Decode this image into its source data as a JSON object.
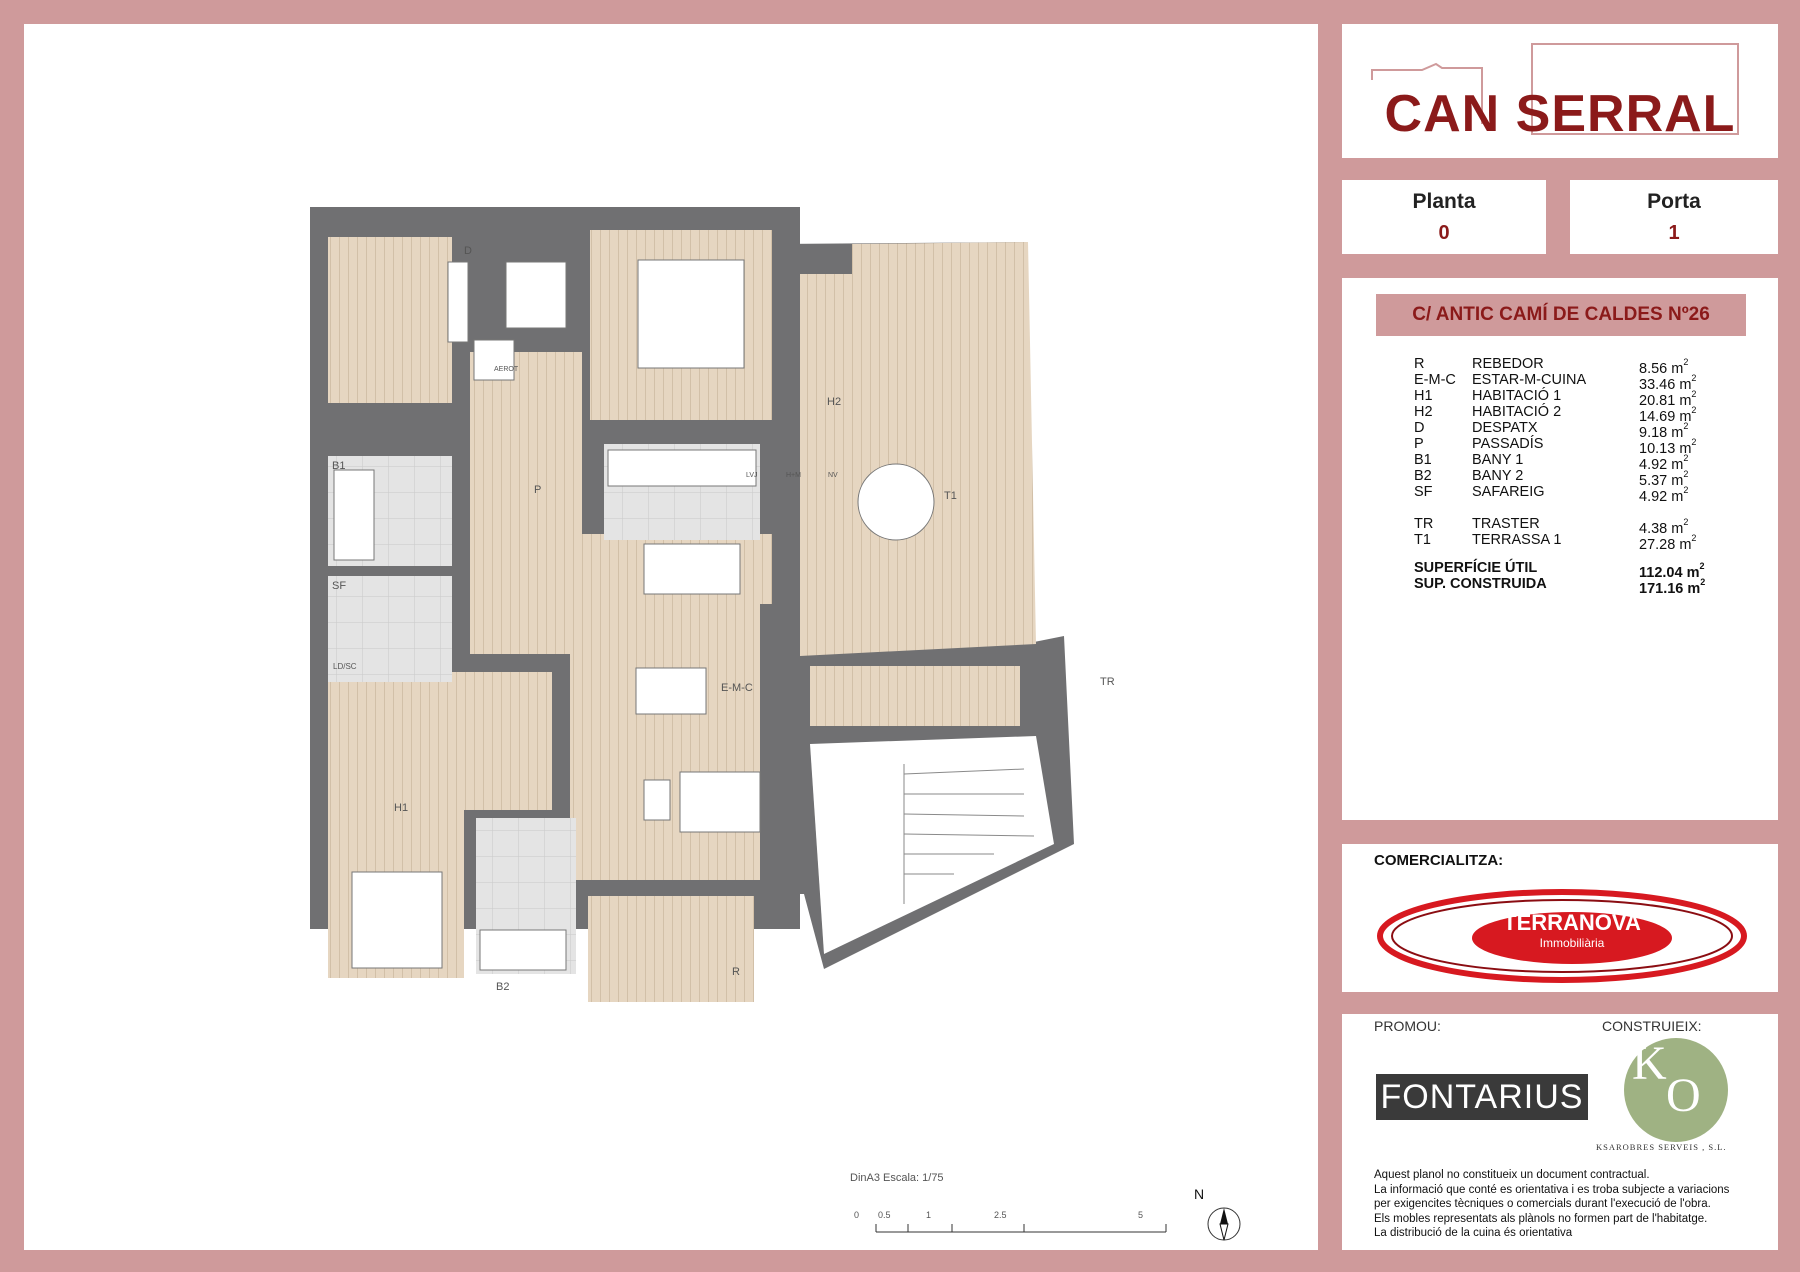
{
  "brand": {
    "name": "CAN SERRAL",
    "accent": "#8b1a1a",
    "frame": "#cf9a9b"
  },
  "header": {
    "planta": {
      "label": "Planta",
      "value": "0"
    },
    "porta": {
      "label": "Porta",
      "value": "1"
    }
  },
  "address": "C/ ANTIC CAMÍ DE CALDES Nº26",
  "areas": [
    {
      "code": "R",
      "name": "REBEDOR",
      "value": "8.56 m",
      "sup": "2"
    },
    {
      "code": "E-M-C",
      "name": "ESTAR-M-CUINA",
      "value": "33.46 m",
      "sup": "2"
    },
    {
      "code": "H1",
      "name": "HABITACIÓ 1",
      "value": "20.81 m",
      "sup": "2"
    },
    {
      "code": "H2",
      "name": "HABITACIÓ 2",
      "value": "14.69 m",
      "sup": "2"
    },
    {
      "code": "D",
      "name": "DESPATX",
      "value": "9.18 m",
      "sup": "2"
    },
    {
      "code": "P",
      "name": "PASSADÍS",
      "value": "10.13 m",
      "sup": "2"
    },
    {
      "code": "B1",
      "name": "BANY 1",
      "value": "4.92 m",
      "sup": "2"
    },
    {
      "code": "B2",
      "name": "BANY 2",
      "value": "5.37 m",
      "sup": "2"
    },
    {
      "code": "SF",
      "name": "SAFAREIG",
      "value": "4.92 m",
      "sup": "2"
    }
  ],
  "extra_areas": [
    {
      "code": "TR",
      "name": "TRASTER",
      "value": "4.38 m",
      "sup": "2"
    },
    {
      "code": "T1",
      "name": "TERRASSA 1",
      "value": "27.28 m",
      "sup": "2"
    }
  ],
  "totals": [
    {
      "label": "SUPERFÍCIE ÚTIL",
      "value": "112.04 m",
      "sup": "2"
    },
    {
      "label": "SUP. CONSTRUIDA",
      "value": "171.16 m",
      "sup": "2"
    }
  ],
  "commercial": {
    "label": "COMERCIALITZA:",
    "company": "TERRANOVA",
    "subtitle": "Immobiliària",
    "colors": {
      "red": "#d71920",
      "dark_red": "#8b0d12"
    }
  },
  "promou": {
    "label": "PROMOU:",
    "company": "FONTARIUS"
  },
  "construieix": {
    "label": "CONSTRUIEIX:",
    "monogram_k": "K",
    "monogram_o": "O",
    "company": "KSAROBRES SERVEIS , S.L.",
    "color": "#9fb283"
  },
  "disclaimer": [
    "Aquest planol no constitueix un document contractual.",
    "La informació que conté es orientativa i es troba subjecte a variacions",
    "per exigencites tècniques o comercials durant l'execució de l'obra.",
    "Els mobles representats als plànols no formen part de l'habitatge.",
    "La distribució de la cuina és orientativa"
  ],
  "plan": {
    "scale_text": "DinA3 Escala: 1/75",
    "scale_ticks": [
      "0",
      "0.5",
      "1",
      "2.5",
      "5"
    ],
    "north": "N",
    "rooms": {
      "D": "D",
      "H2": "H2",
      "B1": "B1",
      "P": "P",
      "SF": "SF",
      "LDSC": "LD/SC",
      "T1": "T1",
      "TR": "TR",
      "EMC": "E-M-C",
      "H1": "H1",
      "B2": "B2",
      "R": "R",
      "AEROT": "AEROT",
      "LVJ": "LVJ",
      "HM": "H+M",
      "NV": "NV"
    },
    "colors": {
      "wall": "#6e6e70",
      "wood": "#e6d6c1",
      "tile": "#e3e3e3"
    }
  }
}
